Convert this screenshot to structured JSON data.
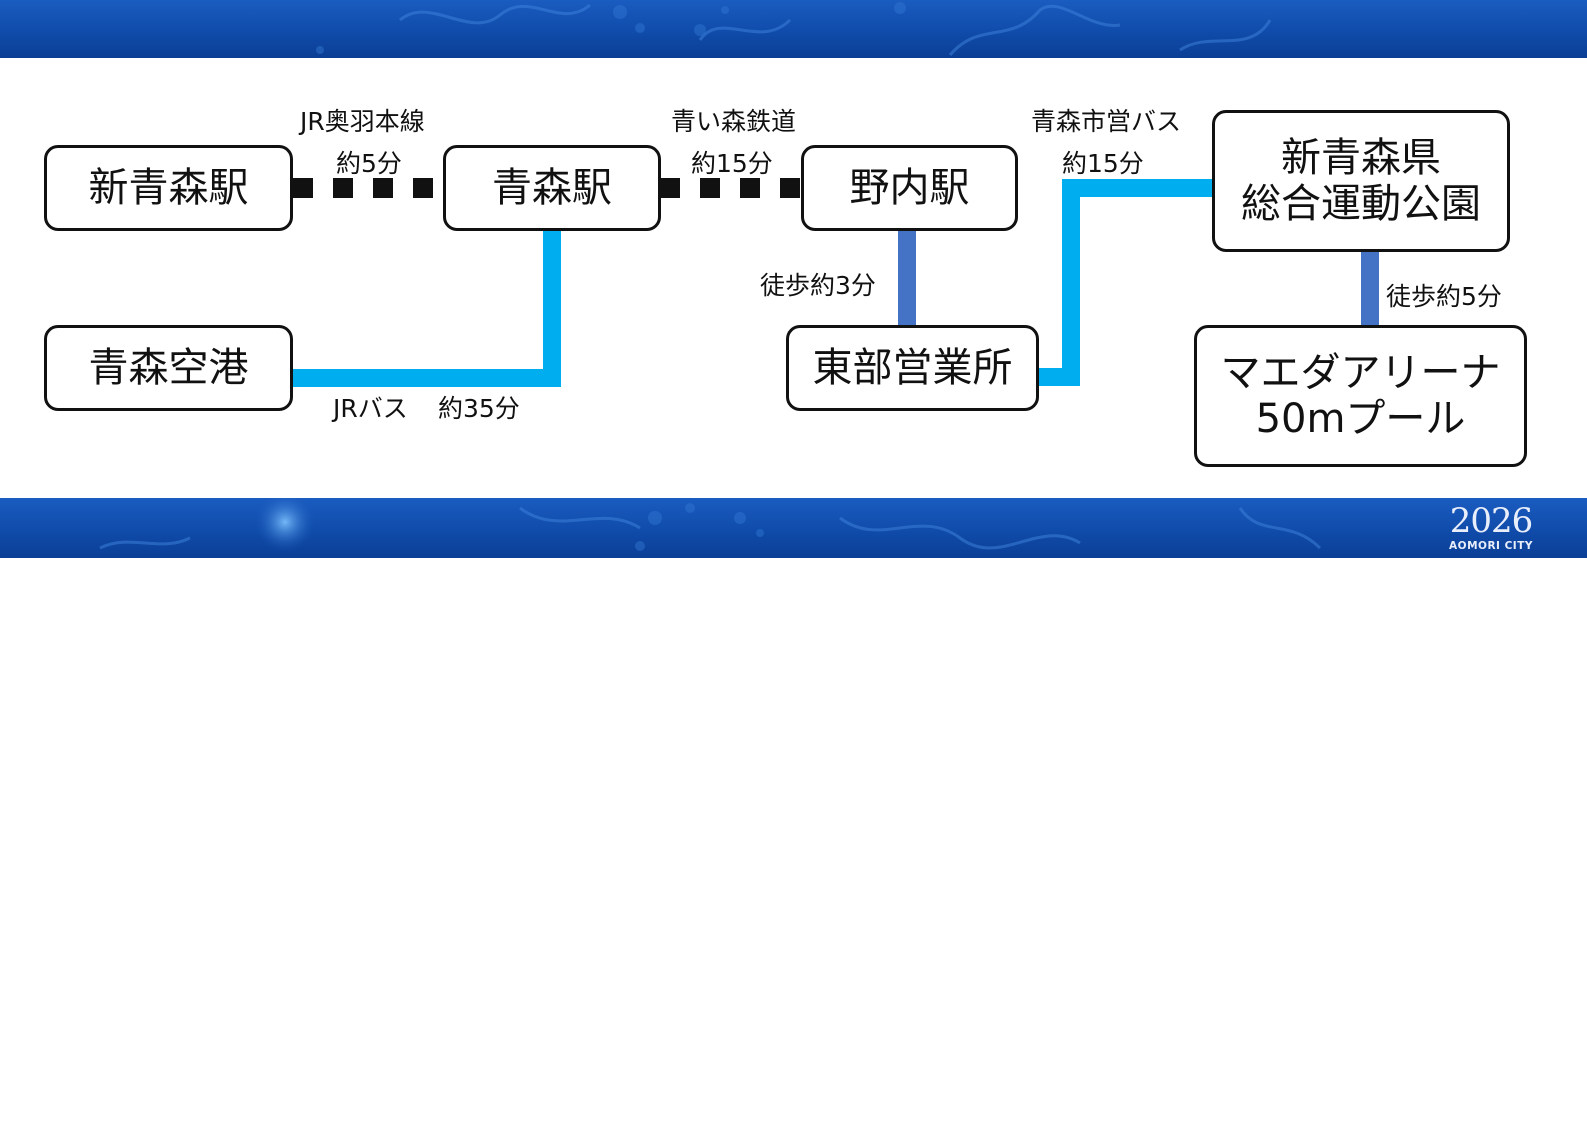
{
  "nodes": {
    "shin_aomori_station": "新青森駅",
    "aomori_station": "青森駅",
    "nonai_station": "野内駅",
    "park_line1": "新青森県",
    "park_line2": "総合運動公園",
    "aomori_airport": "青森空港",
    "tobu_office": "東部営業所",
    "arena_line1": "マエダアリーナ",
    "arena_line2": "50mプール"
  },
  "routes": {
    "jr_ou_line": "JR奥羽本線",
    "jr_ou_time": "約5分",
    "aoimori_railway": "青い森鉄道",
    "aoimori_time": "約15分",
    "city_bus": "青森市営バス",
    "city_bus_time": "約15分",
    "walk_nonai": "徒歩約3分",
    "walk_arena": "徒歩約5分",
    "jr_bus": "JRバス",
    "jr_bus_time": "約35分"
  },
  "logo": {
    "year": "2026",
    "city": "AOMORI CITY"
  },
  "colors": {
    "rail": "#111111",
    "bus": "#00aeef",
    "walk": "#4472c4",
    "banner": "#0f4aa8"
  }
}
